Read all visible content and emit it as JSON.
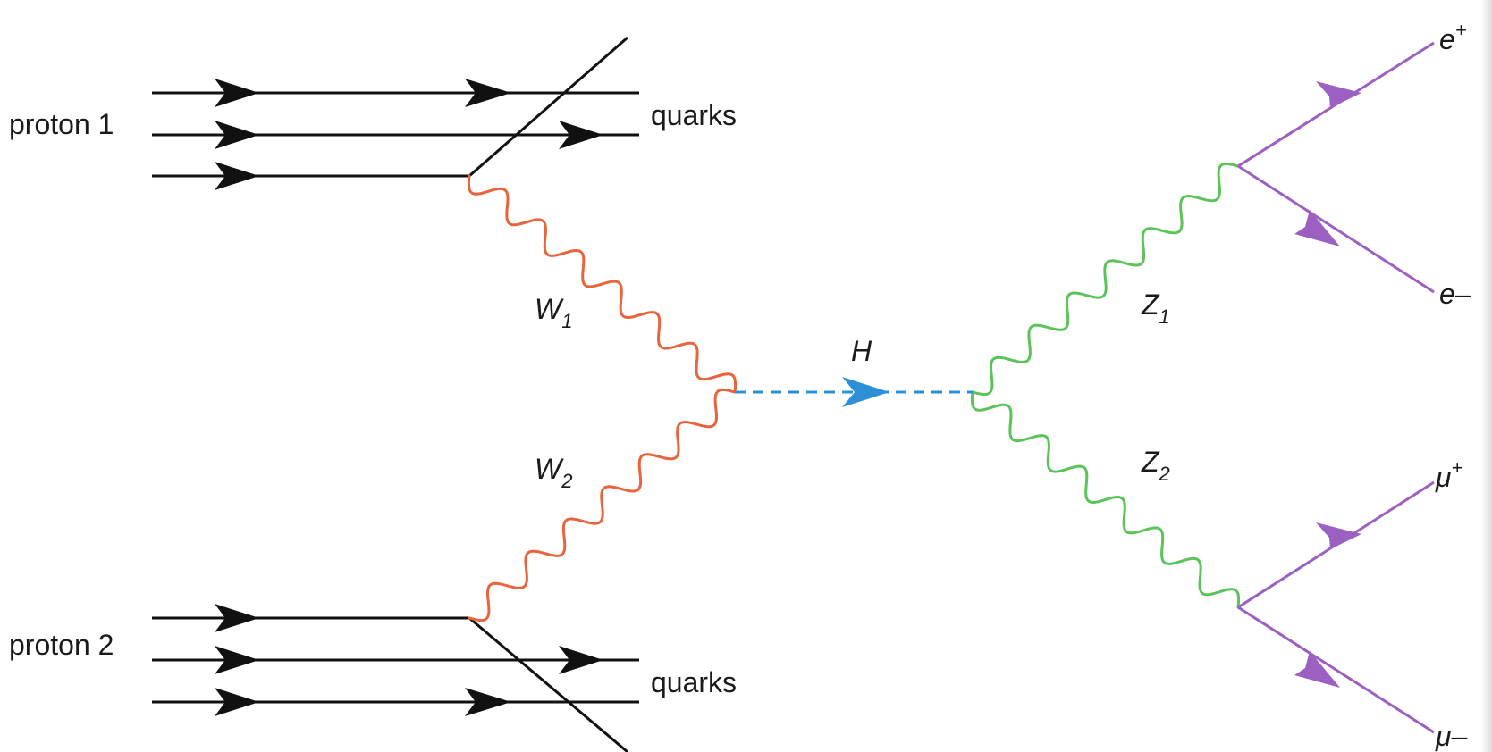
{
  "labels": {
    "proton1": "proton 1",
    "proton2": "proton 2",
    "quarks_top": "quarks",
    "quarks_bottom": "quarks",
    "w1_main": "W",
    "w1_sub": "1",
    "w2_main": "W",
    "w2_sub": "2",
    "higgs": "H",
    "z1_main": "Z",
    "z1_sub": "1",
    "z2_main": "Z",
    "z2_sub": "2",
    "e_plus_main": "e",
    "e_plus_sup": "+",
    "e_minus": "e–",
    "mu_plus_main": "μ",
    "mu_plus_sup": "+",
    "mu_minus": "μ–"
  },
  "colors": {
    "quark": "#111111",
    "w_boson": "#e8643c",
    "higgs": "#2d8fd5",
    "z_boson": "#5cc35a",
    "lepton": "#9c5fc2"
  }
}
